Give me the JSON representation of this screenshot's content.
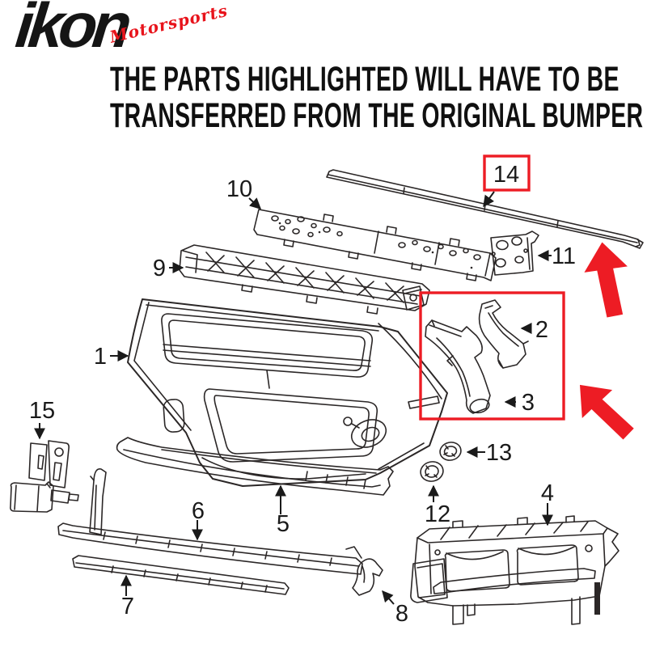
{
  "logo": {
    "brand": "ikon",
    "subbrand": "Motorsports"
  },
  "heading": {
    "line1": "THE PARTS HIGHLIGHTED WILL HAVE TO BE",
    "line2": "TRANSFERRED FROM THE ORIGINAL BUMPER"
  },
  "diagram": {
    "part_labels": {
      "p1": "1",
      "p2": "2",
      "p3": "3",
      "p4": "4",
      "p5": "5",
      "p6": "6",
      "p7": "7",
      "p8": "8",
      "p9": "9",
      "p10": "10",
      "p11": "11",
      "p12": "12",
      "p13": "13",
      "p14": "14",
      "p15": "15"
    },
    "highlighted_parts": [
      "14",
      "2",
      "3"
    ],
    "colors": {
      "highlight_red": "#ed1c24",
      "logo_red": "#e8131b",
      "line_ink": "#2b2727",
      "label_ink": "#1a1a1a"
    }
  }
}
